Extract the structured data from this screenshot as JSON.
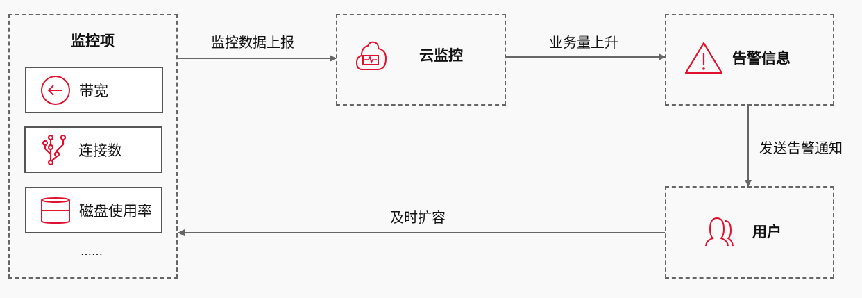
{
  "monitor_items": {
    "title": "监控项",
    "items": [
      {
        "label": "带宽",
        "icon": "arrow-left-circle-icon"
      },
      {
        "label": "连接数",
        "icon": "branch-icon"
      },
      {
        "label": "磁盘使用率",
        "icon": "database-icon"
      }
    ],
    "more": "……"
  },
  "cloud_monitor": {
    "title": "云监控",
    "icon": "cloud-monitor-icon"
  },
  "alert_info": {
    "title": "告警信息",
    "icon": "warning-icon"
  },
  "user": {
    "title": "用户",
    "icon": "users-icon"
  },
  "edges": {
    "report": "监控数据上报",
    "increase": "业务量上升",
    "notify": "发送告警通知",
    "scale": "及时扩容"
  },
  "colors": {
    "accent": "#e0102f",
    "line": "#666666"
  }
}
